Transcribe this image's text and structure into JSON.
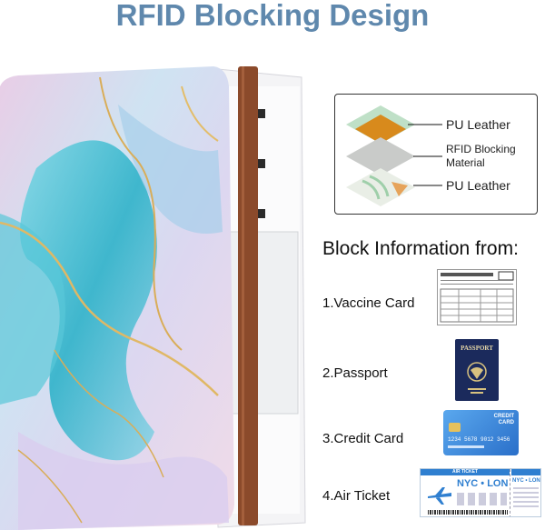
{
  "title": "RFID Blocking Design",
  "layers": [
    {
      "label": "PU Leather",
      "color": "#d88a1c"
    },
    {
      "label": "RFID Blocking Material",
      "color": "#c9cbc9"
    },
    {
      "label": "PU Leather",
      "color": "#e9eee6"
    }
  ],
  "block_heading": "Block Information from:",
  "items": [
    {
      "label": "1.Vaccine Card",
      "icon": "vaccine-card-icon"
    },
    {
      "label": "2.Passport",
      "icon": "passport-icon"
    },
    {
      "label": "3.Credit Card",
      "icon": "credit-card-icon"
    },
    {
      "label": "4.Air Ticket",
      "icon": "air-ticket-icon"
    }
  ],
  "passport_text": "PASSPORT",
  "credit_card_text": "CREDIT CARD",
  "card_number": "1234  5678  9012  3456",
  "ticket": {
    "header": "AIR TICKET",
    "route": "NYC • LON",
    "stub_route": "NYC • LON"
  },
  "colors": {
    "title": "#5f88ad",
    "strap": "#8b4a2b",
    "passport": "#1b2a5c",
    "card": "#2a6fc9"
  }
}
